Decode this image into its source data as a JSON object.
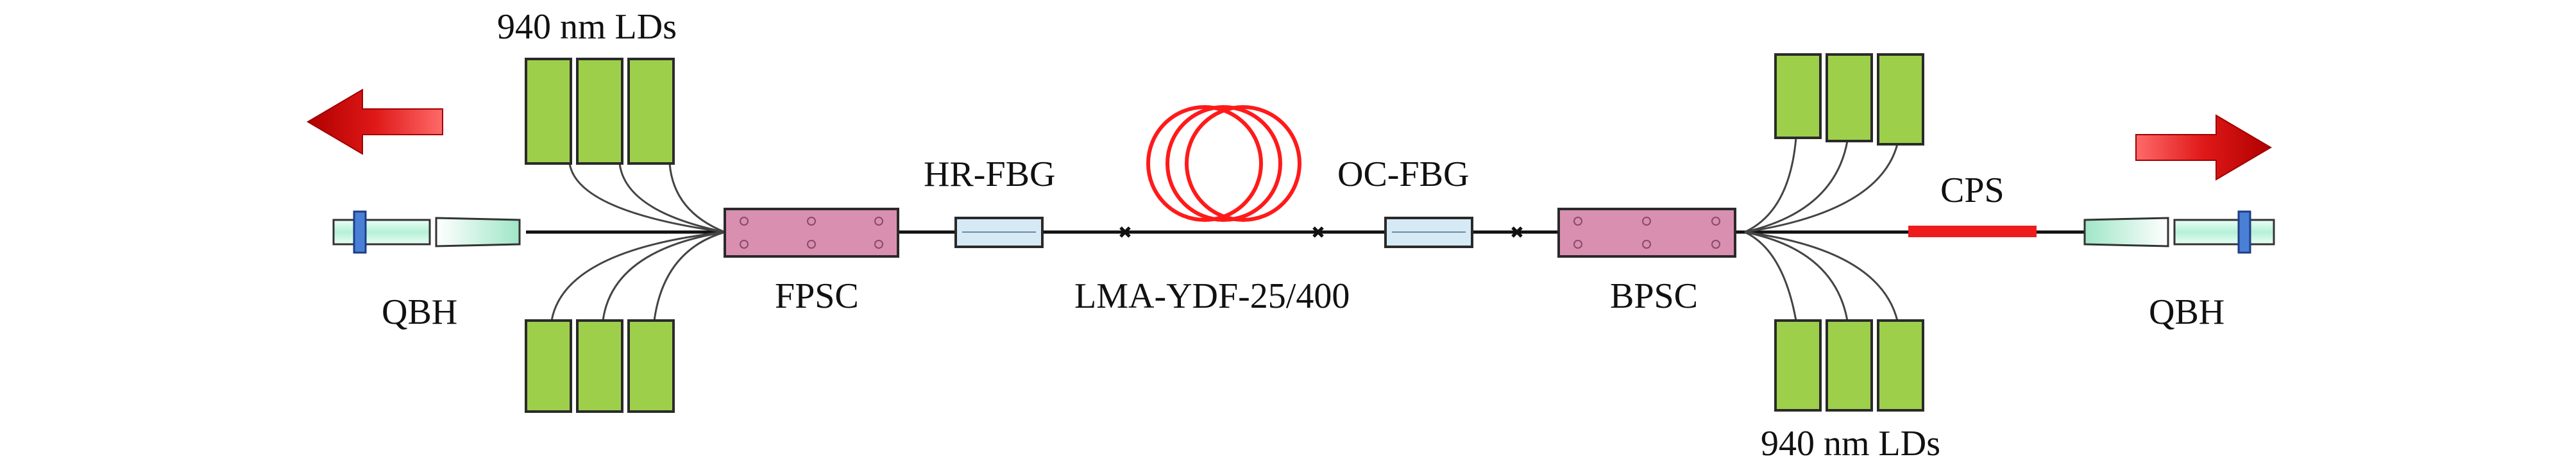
{
  "labels": {
    "ld_top_left": "940 nm LDs",
    "ld_bottom_right": "940 nm LDs",
    "qbh_left": "QBH",
    "qbh_right": "QBH",
    "fpsc": "FPSC",
    "bpsc": "BPSC",
    "hr_fbg": "HR-FBG",
    "oc_fbg": "OC-FBG",
    "fiber": "LMA-YDF-25/400",
    "cps": "CPS"
  },
  "colors": {
    "ld_fill": "#9dcf4b",
    "ld_stroke": "#2a2a2a",
    "combiner_fill": "#d98fb0",
    "fbg_fill": "#d6eaf5",
    "coil": "#ff1a1a",
    "arrow": "#e01818",
    "qbh_fill": "#bff0dc",
    "qbh_ring": "#4a7fd6",
    "cps": "#ee1c1c",
    "fiber_line": "#111111"
  },
  "icons": {
    "left_arrow": "arrow-left-icon",
    "right_arrow": "arrow-right-icon",
    "splice": "x-mark-icon",
    "coil": "fiber-coil-icon"
  }
}
